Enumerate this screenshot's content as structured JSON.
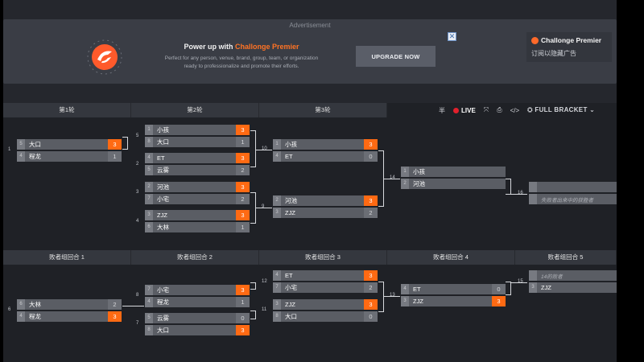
{
  "ad": {
    "label": "Advertisement",
    "title_prefix": "Power up with ",
    "title_brand": "Challonge Premier",
    "desc_line1": "Perfect for any person, venue, brand, group, team, or organization",
    "desc_line2": "ready to professionalize and promote their efforts.",
    "upgrade_label": "UPGRADE NOW",
    "close_glyph": "✕",
    "side_brand": "Challonge Premier",
    "side_sub": "订阅以隐藏广告"
  },
  "toolbar": {
    "live_label": "LIVE",
    "full_bracket_label": "FULL BRACKET",
    "icons": [
      "half-view-icon",
      "expand-icon",
      "print-icon",
      "embed-icon",
      "tournament-icon",
      "chevron-down-icon"
    ]
  },
  "rounds_upper": [
    "第1轮",
    "第2轮",
    "第3轮"
  ],
  "rounds_lower": [
    "败者组回合 1",
    "败者组回合 2",
    "败者组回合 3",
    "败者组回合 4",
    "败者组回合 5"
  ],
  "matches": {
    "m1": {
      "num": "1",
      "p1": {
        "seed": "5",
        "name": "大口",
        "score": "3",
        "win": true
      },
      "p2": {
        "seed": "4",
        "name": "程龙",
        "score": "1",
        "win": false
      }
    },
    "m5": {
      "num": "5",
      "p1": {
        "seed": "1",
        "name": "小孩",
        "score": "3",
        "win": true
      },
      "p2": {
        "seed": "8",
        "name": "大口",
        "score": "1",
        "win": false
      }
    },
    "m2": {
      "num": "2",
      "p1": {
        "seed": "4",
        "name": "ET",
        "score": "3",
        "win": true
      },
      "p2": {
        "seed": "5",
        "name": "云雾",
        "score": "2",
        "win": false
      }
    },
    "m3": {
      "num": "3",
      "p1": {
        "seed": "2",
        "name": "河池",
        "score": "3",
        "win": true
      },
      "p2": {
        "seed": "7",
        "name": "小宅",
        "score": "2",
        "win": false
      }
    },
    "m4": {
      "num": "4",
      "p1": {
        "seed": "3",
        "name": "ZJZ",
        "score": "3",
        "win": true
      },
      "p2": {
        "seed": "6",
        "name": "大林",
        "score": "1",
        "win": false
      }
    },
    "m10": {
      "num": "10",
      "p1": {
        "seed": "1",
        "name": "小孩",
        "score": "3",
        "win": true
      },
      "p2": {
        "seed": "4",
        "name": "ET",
        "score": "0",
        "win": false
      }
    },
    "m9": {
      "num": "9",
      "p1": {
        "seed": "2",
        "name": "河池",
        "score": "3",
        "win": true
      },
      "p2": {
        "seed": "3",
        "name": "ZJZ",
        "score": "2",
        "win": false
      }
    },
    "m14": {
      "num": "14",
      "p1": {
        "seed": "1",
        "name": "小孩",
        "score": "",
        "win": false
      },
      "p2": {
        "seed": "2",
        "name": "河池",
        "score": "",
        "win": false
      }
    },
    "m16": {
      "num": "16",
      "p1": {
        "seed": "",
        "name": "",
        "score": "",
        "win": false
      },
      "p2": {
        "seed": "",
        "name": "失败者出来中的获胜者",
        "score": "",
        "win": false
      }
    },
    "m6": {
      "num": "6",
      "p1": {
        "seed": "6",
        "name": "大林",
        "score": "2",
        "win": false
      },
      "p2": {
        "seed": "4",
        "name": "程龙",
        "score": "3",
        "win": true
      }
    },
    "m8": {
      "num": "8",
      "p1": {
        "seed": "7",
        "name": "小宅",
        "score": "3",
        "win": true
      },
      "p2": {
        "seed": "4",
        "name": "程龙",
        "score": "1",
        "win": false
      }
    },
    "m7": {
      "num": "7",
      "p1": {
        "seed": "5",
        "name": "云雾",
        "score": "0",
        "win": false
      },
      "p2": {
        "seed": "8",
        "name": "大口",
        "score": "3",
        "win": true
      }
    },
    "m12": {
      "num": "12",
      "p1": {
        "seed": "4",
        "name": "ET",
        "score": "3",
        "win": true
      },
      "p2": {
        "seed": "7",
        "name": "小宅",
        "score": "2",
        "win": false
      }
    },
    "m11": {
      "num": "11",
      "p1": {
        "seed": "3",
        "name": "ZJZ",
        "score": "3",
        "win": true
      },
      "p2": {
        "seed": "8",
        "name": "大口",
        "score": "0",
        "win": false
      }
    },
    "m13": {
      "num": "13",
      "p1": {
        "seed": "4",
        "name": "ET",
        "score": "0",
        "win": false
      },
      "p2": {
        "seed": "3",
        "name": "ZJZ",
        "score": "3",
        "win": true
      }
    },
    "m15": {
      "num": "15",
      "p1": {
        "seed": "",
        "name": "14的败者",
        "score": "",
        "win": false
      },
      "p2": {
        "seed": "3",
        "name": "ZJZ",
        "score": "",
        "win": false
      }
    }
  }
}
